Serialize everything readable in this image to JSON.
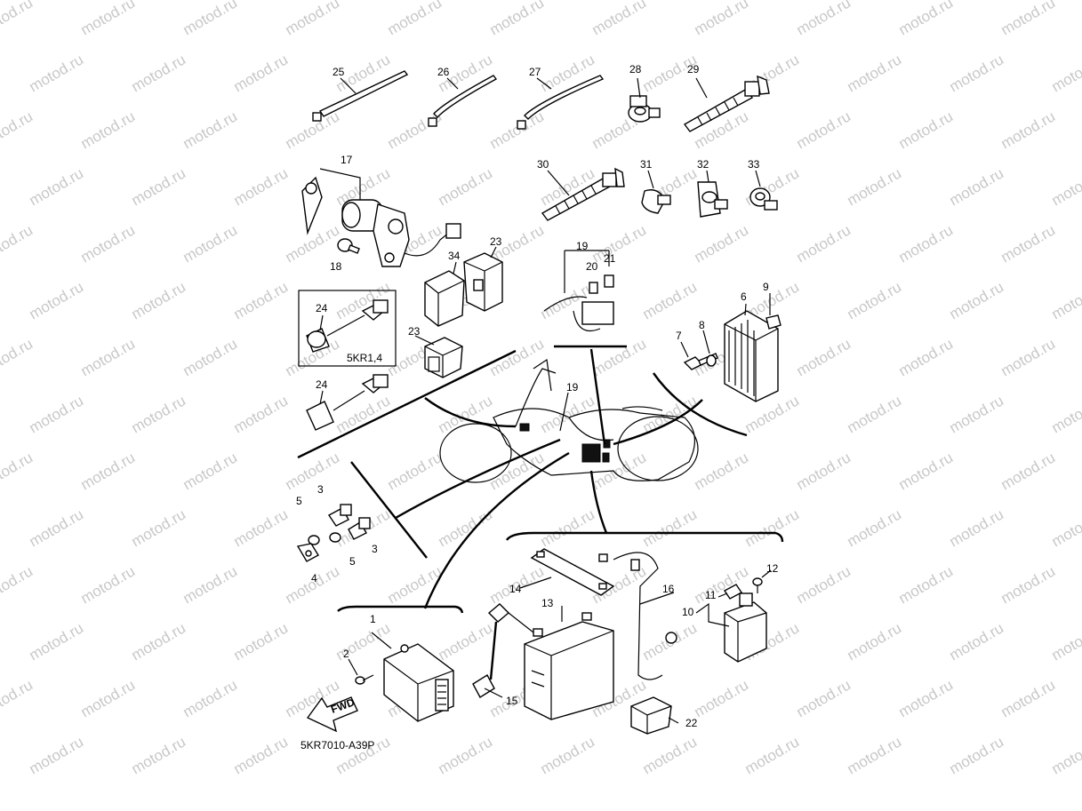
{
  "watermark_text": "motod.ru",
  "diagram_code": "5KR7010-A39P",
  "variant_label": "5KR1,4",
  "fwd_label": "FWD",
  "callouts": [
    "1",
    "2",
    "3",
    "3",
    "4",
    "5",
    "5",
    "6",
    "7",
    "8",
    "9",
    "10",
    "11",
    "12",
    "13",
    "14",
    "15",
    "16",
    "17",
    "18",
    "19",
    "19",
    "20",
    "21",
    "22",
    "23",
    "23",
    "24",
    "24",
    "25",
    "26",
    "27",
    "28",
    "29",
    "30",
    "31",
    "32",
    "33",
    "34"
  ]
}
